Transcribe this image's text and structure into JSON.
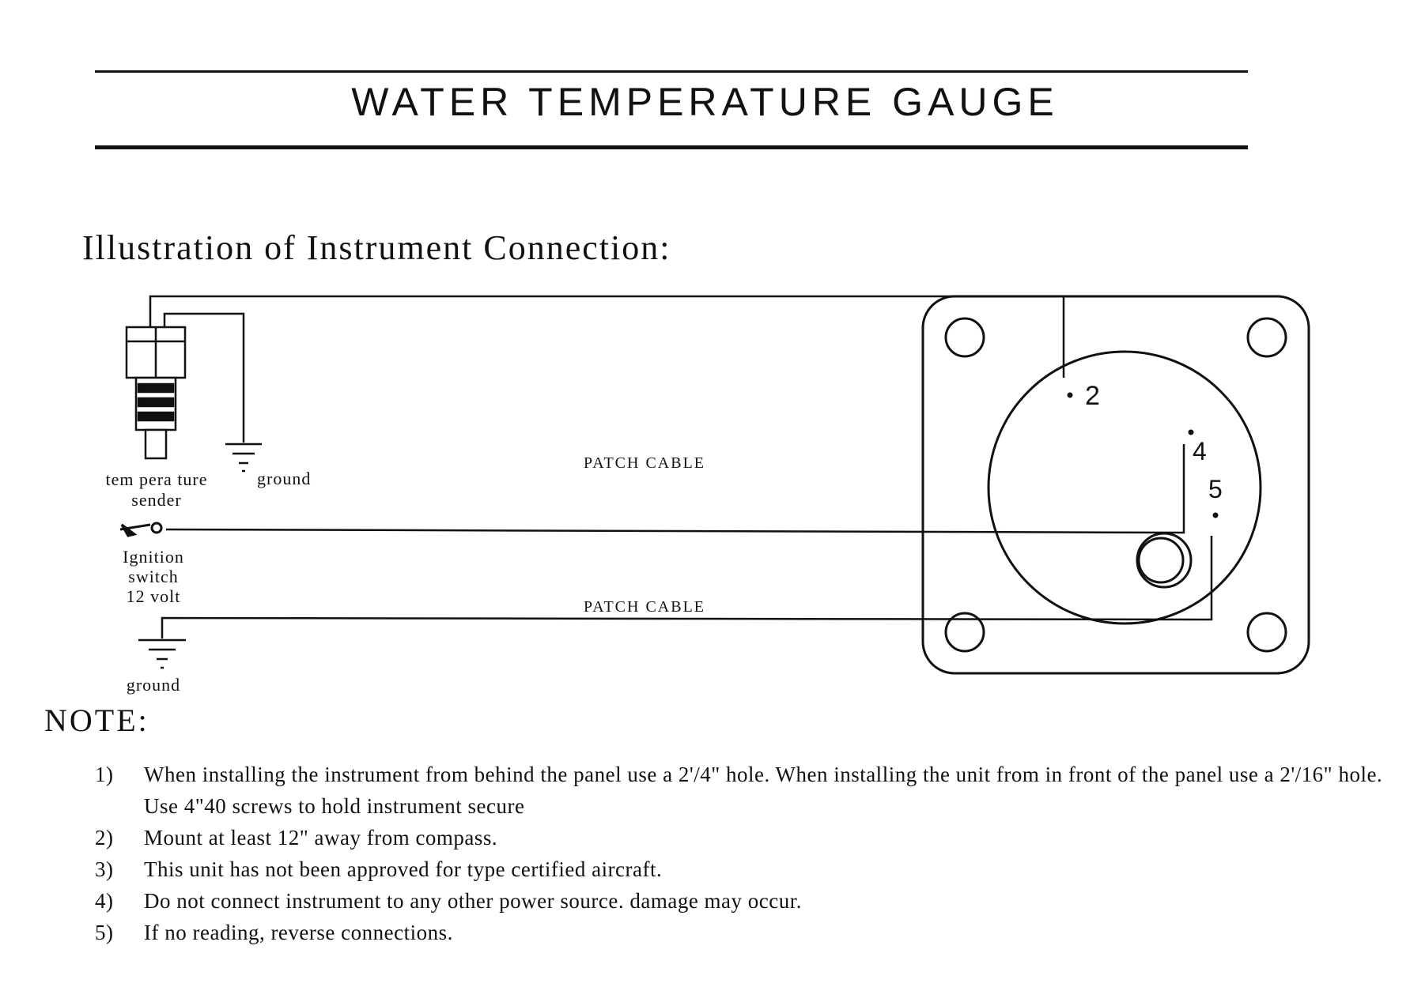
{
  "header": {
    "title": "WATER TEMPERATURE GAUGE",
    "subtitle": "Illustration of Instrument Connection:"
  },
  "diagram": {
    "sender_label_line1": "tem pera ture",
    "sender_label_line2": "sender",
    "ground_label_sender": "ground",
    "ignition_label_line1": "Ignition",
    "ignition_label_line2": "switch",
    "ignition_label_line3": "12 volt",
    "ground_label_bottom": "ground",
    "patch_cable_upper": "PATCH CABLE",
    "patch_cable_lower": "PATCH CABLE",
    "terminal_2": "2",
    "terminal_4": "4",
    "terminal_5": "5"
  },
  "notes": {
    "heading": "NOTE:",
    "items": [
      {
        "num": "1)",
        "text": "When installing the instrument from behind the panel use a 2'/4\" hole. When installing the unit from in front of the panel use a 2'/16\" hole. Use 4\"40 screws to hold instrument secure"
      },
      {
        "num": "2)",
        "text": "Mount at least 12\" away from compass."
      },
      {
        "num": "3)",
        "text": "This unit has not been approved for type certified aircraft."
      },
      {
        "num": "4)",
        "text": "Do not connect instrument to any other power source. damage may occur."
      },
      {
        "num": "5)",
        "text": "If no reading, reverse connections."
      }
    ]
  }
}
